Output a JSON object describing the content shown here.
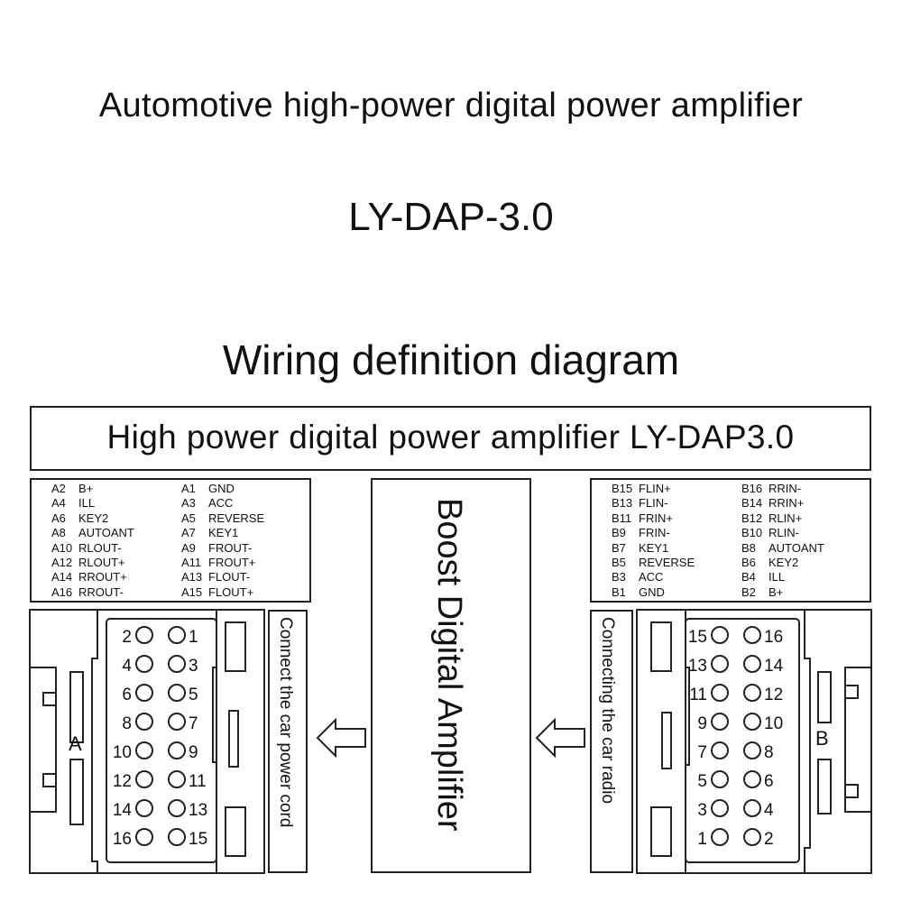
{
  "titles": {
    "main": "Automotive high-power digital power amplifier",
    "model": "LY-DAP-3.0",
    "section": "Wiring definition diagram"
  },
  "header": {
    "text": "High power digital power amplifier LY-DAP3.0"
  },
  "center": {
    "label": "Boost Digital Amplifier"
  },
  "left": {
    "connector_letter": "A",
    "side_label": "Connect the car power cord",
    "pins": [
      [
        "A2",
        "B+",
        "A1",
        "GND"
      ],
      [
        "A4",
        "ILL",
        "A3",
        "ACC"
      ],
      [
        "A6",
        "KEY2",
        "A5",
        "REVERSE"
      ],
      [
        "A8",
        "AUTOANT",
        "A7",
        "KEY1"
      ],
      [
        "A10",
        "RLOUT-",
        "A9",
        "FROUT-"
      ],
      [
        "A12",
        "RLOUT+",
        "A11",
        "FROUT+"
      ],
      [
        "A14",
        "RROUT+",
        "A13",
        "FLOUT-"
      ],
      [
        "A16",
        "RROUT-",
        "A15",
        "FLOUT+"
      ]
    ],
    "connector_rows": [
      [
        "2",
        "1"
      ],
      [
        "4",
        "3"
      ],
      [
        "6",
        "5"
      ],
      [
        "8",
        "7"
      ],
      [
        "10",
        "9"
      ],
      [
        "12",
        "11"
      ],
      [
        "14",
        "13"
      ],
      [
        "16",
        "15"
      ]
    ]
  },
  "right": {
    "connector_letter": "B",
    "side_label": "Connecting the car radio",
    "pins": [
      [
        "B15",
        "FLIN+",
        "B16",
        "RRIN-"
      ],
      [
        "B13",
        "FLIN-",
        "B14",
        "RRIN+"
      ],
      [
        "B11",
        "FRIN+",
        "B12",
        "RLIN+"
      ],
      [
        "B9",
        "FRIN-",
        "B10",
        "RLIN-"
      ],
      [
        "B7",
        "KEY1",
        "B8",
        "AUTOANT"
      ],
      [
        "B5",
        "REVERSE",
        "B6",
        "KEY2"
      ],
      [
        "B3",
        "ACC",
        "B4",
        "ILL"
      ],
      [
        "B1",
        "GND",
        "B2",
        "B+"
      ]
    ],
    "connector_rows": [
      [
        "15",
        "16"
      ],
      [
        "13",
        "14"
      ],
      [
        "11",
        "12"
      ],
      [
        "9",
        "10"
      ],
      [
        "7",
        "8"
      ],
      [
        "5",
        "6"
      ],
      [
        "3",
        "4"
      ],
      [
        "1",
        "2"
      ]
    ]
  }
}
